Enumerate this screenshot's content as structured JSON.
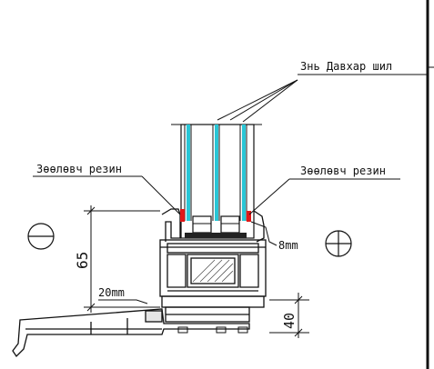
{
  "labels": {
    "glass_label": "Знь Давхар шил",
    "seal_left": "Зөөлөвч резин",
    "seal_right": "Зөөлөвч резин",
    "dim_height": "65",
    "dim_seal_gap": "8mm",
    "dim_sill_width": "20mm",
    "dim_bottom_height": "40"
  },
  "symbols": {
    "left": "minus-circle",
    "right": "plus-circle"
  },
  "colors": {
    "line": "#111111",
    "glass": "#29c6d6",
    "seal": "#e01818",
    "hatch": "#555555"
  }
}
